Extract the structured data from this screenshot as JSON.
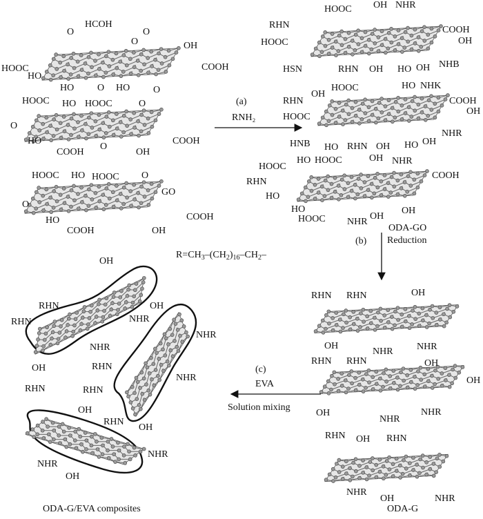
{
  "process": {
    "step_a": {
      "marker": "(a)",
      "reagent": "RNH₂"
    },
    "step_b": {
      "marker": "(b)",
      "label": "Reduction"
    },
    "step_c": {
      "marker": "(c)",
      "reagent": "EVA",
      "label": "Solution mixing"
    }
  },
  "products": {
    "go": "GO",
    "oda_go": "ODA-GO",
    "oda_g": "ODA-G",
    "composite": "ODA-G/EVA composites"
  },
  "r_group": {
    "lhs": "R=CH",
    "s1": "3",
    "mid": "–(CH",
    "s2": "2",
    "paren": ")",
    "s3": "16",
    "end": "–CH",
    "s4": "2",
    "tail": "–"
  },
  "go_sheets": [
    {
      "labels": [
        "HCOH",
        "O",
        "O",
        "O",
        "OH",
        "COOH",
        "HOOC",
        "HO",
        "HO",
        "O",
        "HO",
        "O"
      ]
    },
    {
      "labels": [
        "HOOC",
        "HO",
        "HOOC",
        "O",
        "O",
        "HO",
        "COOH",
        "O",
        "COOH",
        "OH"
      ]
    },
    {
      "labels": [
        "HOOC",
        "HO",
        "HOOC",
        "O",
        "O",
        "HO",
        "COOH",
        "COOH",
        "OH"
      ]
    }
  ],
  "oda_go_sheets": [
    {
      "labels": [
        "HOOC",
        "OH",
        "NHR",
        "RHN",
        "COOH",
        "HOOC",
        "OH",
        "HSN",
        "RHN",
        "OH",
        "HO",
        "OH",
        "NHB"
      ]
    },
    {
      "labels": [
        "RHN",
        "OH",
        "HOOC",
        "HO",
        "NHK",
        "HOOC",
        "COOH",
        "OH",
        "HNB",
        "HO",
        "RHN",
        "OH",
        "HO",
        "OH",
        "NHR"
      ]
    },
    {
      "labels": [
        "HOOC",
        "HO",
        "HOOC",
        "OH",
        "NHR",
        "RHN",
        "COOH",
        "HO",
        "HO",
        "HOOC",
        "NHR",
        "OH",
        "OH"
      ]
    }
  ],
  "oda_g_sheets": [
    {
      "labels": [
        "RHN",
        "RHN",
        "OH",
        "OH",
        "NHR",
        "NHR"
      ]
    },
    {
      "labels": [
        "RHN",
        "RHN",
        "OH",
        "OH",
        "OH",
        "NHR",
        "NHR"
      ]
    },
    {
      "labels": [
        "RHN",
        "OH",
        "RHN",
        "NHR",
        "OH",
        "NHR"
      ]
    }
  ],
  "composite_sheets": [
    {
      "labels": [
        "OH",
        "RHN",
        "OH",
        "RHN",
        "NHR",
        "NHR",
        "OH"
      ]
    },
    {
      "labels": [
        "RHN",
        "RHN",
        "NHR",
        "NHR",
        "OH"
      ]
    },
    {
      "labels": [
        "RHN",
        "OH",
        "RHN",
        "NHR",
        "NHR",
        "OH"
      ]
    }
  ]
}
